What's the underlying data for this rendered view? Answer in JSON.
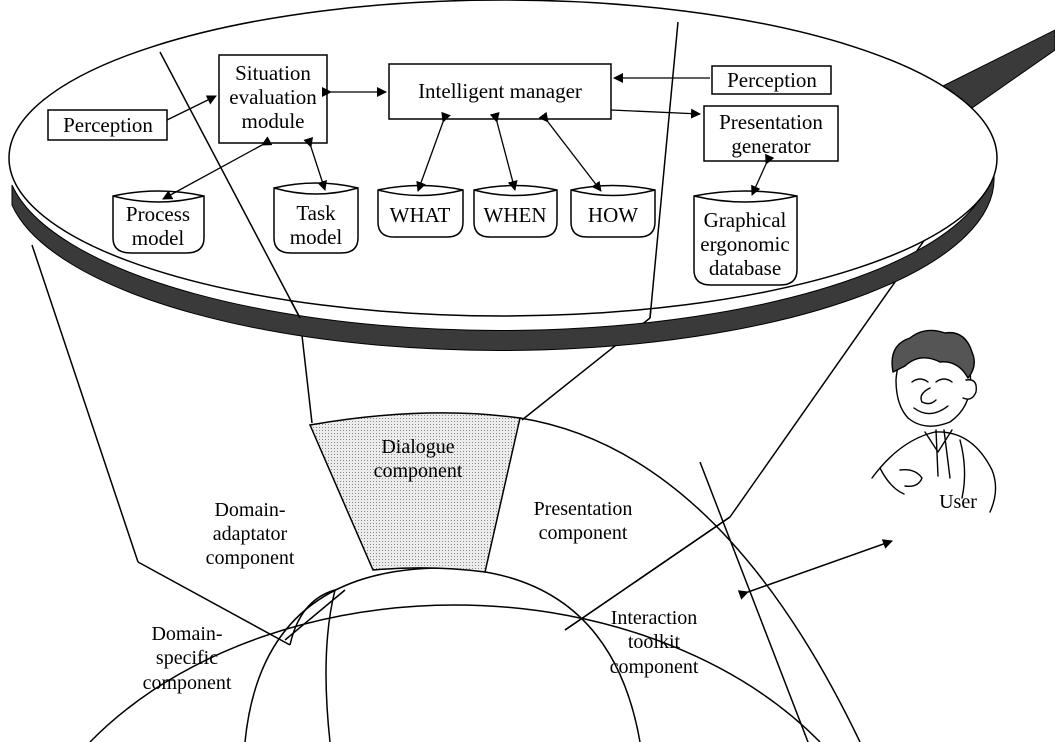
{
  "top_disk": {
    "intelligent_manager": "Intelligent manager",
    "situation_module": [
      "Situation",
      "evaluation",
      "module"
    ],
    "perception_left": "Perception",
    "perception_right": "Perception",
    "presentation_generator": [
      "Presentation",
      "generator"
    ],
    "databases": {
      "process_model": [
        "Process",
        "model"
      ],
      "task_model": [
        "Task",
        "model"
      ],
      "what": "WHAT",
      "when": "WHEN",
      "how": "HOW",
      "graphical_db": [
        "Graphical",
        "ergonomic",
        "database"
      ]
    }
  },
  "ring": {
    "dialogue": [
      "Dialogue",
      "component"
    ],
    "domain_adaptator": [
      "Domain-",
      "adaptator",
      "component"
    ],
    "domain_specific": [
      "Domain-",
      "specific",
      "component"
    ],
    "presentation": [
      "Presentation",
      "component"
    ],
    "interaction_toolkit": [
      "Interaction",
      "toolkit",
      "component"
    ]
  },
  "user_label": "User",
  "colors": {
    "ink": "#000000",
    "dialogue_fill": "#d8d8d8",
    "disk_edge": "#3a3a3a"
  }
}
